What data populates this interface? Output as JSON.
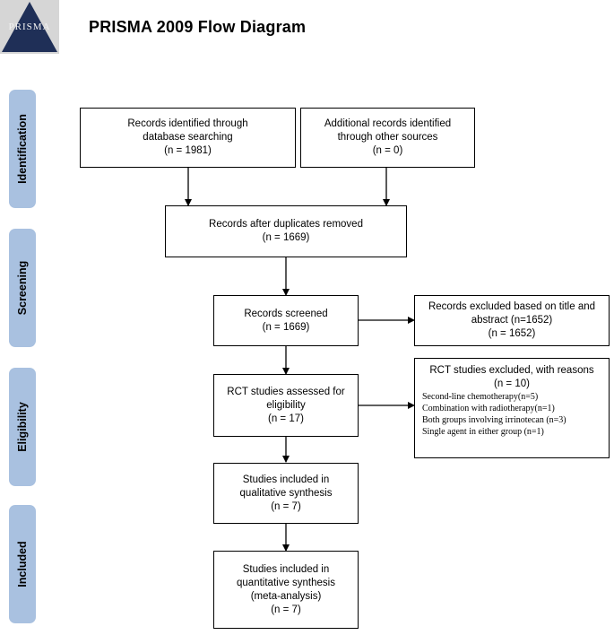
{
  "logo": {
    "text": "PRISMA"
  },
  "title": "PRISMA 2009 Flow Diagram",
  "phases": [
    {
      "label": "Identification"
    },
    {
      "label": "Screening"
    },
    {
      "label": "Eligibility"
    },
    {
      "label": "Included"
    }
  ],
  "boxes": {
    "db_search": {
      "line1": "Records identified through",
      "line2": "database searching",
      "line3": "(n = 1981)"
    },
    "other_sources": {
      "line1": "Additional records identified",
      "line2": "through other sources",
      "line3": "(n = 0)"
    },
    "after_dup": {
      "line1": "Records after duplicates removed",
      "line2": "(n = 1669)"
    },
    "screened": {
      "line1": "Records screened",
      "line2": "(n = 1669)"
    },
    "excluded_title": {
      "line1": "Records excluded based on title and",
      "line2": "abstract (n=1652)",
      "line3": "(n = 1652)"
    },
    "assessed": {
      "line1": "RCT studies assessed for",
      "line2": "eligibility",
      "line3": "(n = 17)"
    },
    "excluded_reasons": {
      "head1": "RCT studies excluded, with reasons",
      "head2": "(n = 10)",
      "reasons": [
        "Second-line chemotherapy(n=5)",
        "Combination with radiotherapy(n=1)",
        "Both groups involving irrinotecan (n=3)",
        "Single agent in either group (n=1)"
      ]
    },
    "qualitative": {
      "line1": "Studies included in",
      "line2": "qualitative synthesis",
      "line3": "(n = 7)"
    },
    "quantitative": {
      "line1": "Studies included in",
      "line2": "quantitative synthesis",
      "line3": "(meta-analysis)",
      "line4": "(n = 7)"
    }
  },
  "colors": {
    "phase_fill": "#a9c1e0",
    "logo_bg": "#d4d4d4"
  }
}
